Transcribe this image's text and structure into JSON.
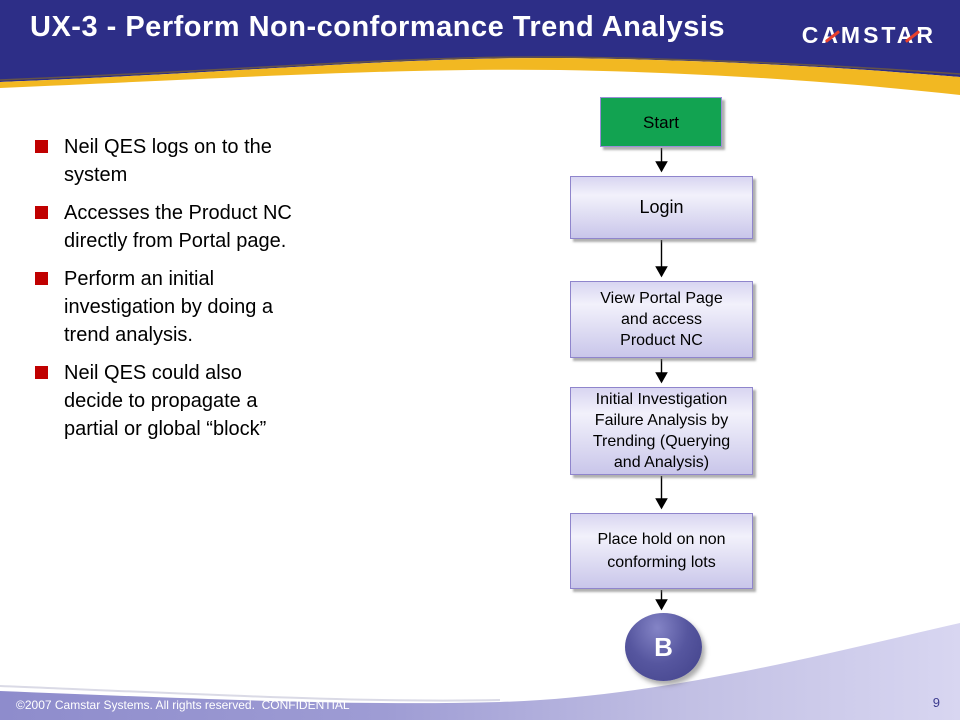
{
  "slide": {
    "title": "UX-3 - Perform Non-conformance Trend Analysis",
    "logo_text": "CAMSTAR",
    "footer": "©2007 Camstar Systems. All rights reserved.  CONFIDENTIAL",
    "page_number": "9"
  },
  "colors": {
    "header_navy": "#2d2e87",
    "swoosh_gold": "#f2b822",
    "bullet_red": "#c00000",
    "start_green": "#12a351",
    "flow_box_border": "#8f85cc",
    "flow_box_fill_light": "#f2f1fb",
    "flow_box_fill_dark": "#c9c6ea",
    "connector_ellipse_blue": "#474792",
    "footer_band_left": "#8e8ccc",
    "footer_band_right": "#d8d6f1",
    "page_number_blue": "#3b3a8e"
  },
  "bullets": [
    {
      "lines": [
        "Neil QES logs on to the",
        "system"
      ]
    },
    {
      "lines": [
        "Accesses the Product NC",
        "directly from Portal page."
      ]
    },
    {
      "lines": [
        "Perform an initial",
        "investigation by doing a",
        "trend analysis."
      ]
    },
    {
      "lines": [
        "Neil QES could also",
        "decide to propagate a",
        "partial or global “block”"
      ]
    }
  ],
  "flowchart": {
    "nodes": [
      {
        "id": "start",
        "type": "terminator",
        "label": "Start"
      },
      {
        "id": "login",
        "type": "process",
        "label": "Login"
      },
      {
        "id": "portal",
        "type": "process",
        "lines": [
          "View Portal Page",
          "and access",
          "Product NC"
        ]
      },
      {
        "id": "investigation",
        "type": "process",
        "lines": [
          "Initial Investigation",
          "Failure Analysis by",
          "Trending (Querying",
          "and Analysis)"
        ]
      },
      {
        "id": "hold",
        "type": "process",
        "lines": [
          "Place hold on non",
          "conforming lots"
        ]
      },
      {
        "id": "connector-b",
        "type": "connector",
        "label": "B"
      }
    ]
  }
}
